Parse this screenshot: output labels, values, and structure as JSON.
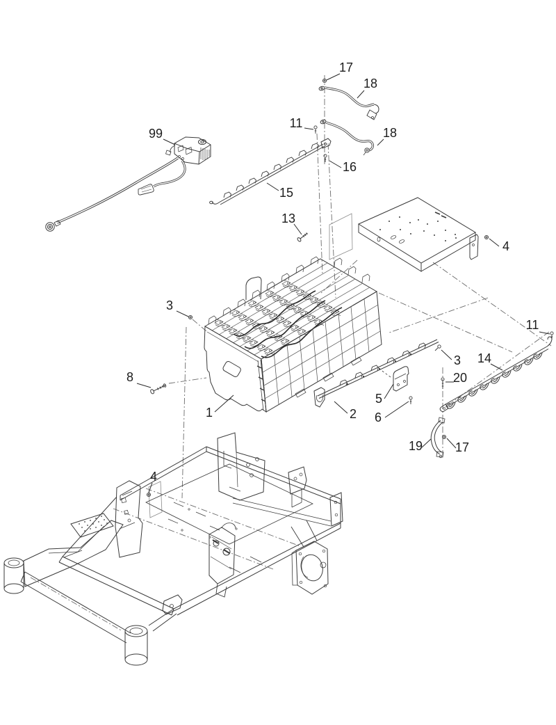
{
  "figure": {
    "type": "exploded-parts-diagram",
    "background_color": "#ffffff",
    "line_color": "#3a3a3a",
    "construction_line_color": "#6b6b6b"
  },
  "callouts": [
    {
      "label": "17"
    },
    {
      "label": "18"
    },
    {
      "label": "11"
    },
    {
      "label": "18"
    },
    {
      "label": "16"
    },
    {
      "label": "15"
    },
    {
      "label": "99"
    },
    {
      "label": "13"
    },
    {
      "label": "4"
    },
    {
      "label": "3"
    },
    {
      "label": "8"
    },
    {
      "label": "1"
    },
    {
      "label": "2"
    },
    {
      "label": "5"
    },
    {
      "label": "6"
    },
    {
      "label": "3"
    },
    {
      "label": "14"
    },
    {
      "label": "20"
    },
    {
      "label": "11"
    },
    {
      "label": "19"
    },
    {
      "label": "17"
    },
    {
      "label": "4"
    }
  ]
}
